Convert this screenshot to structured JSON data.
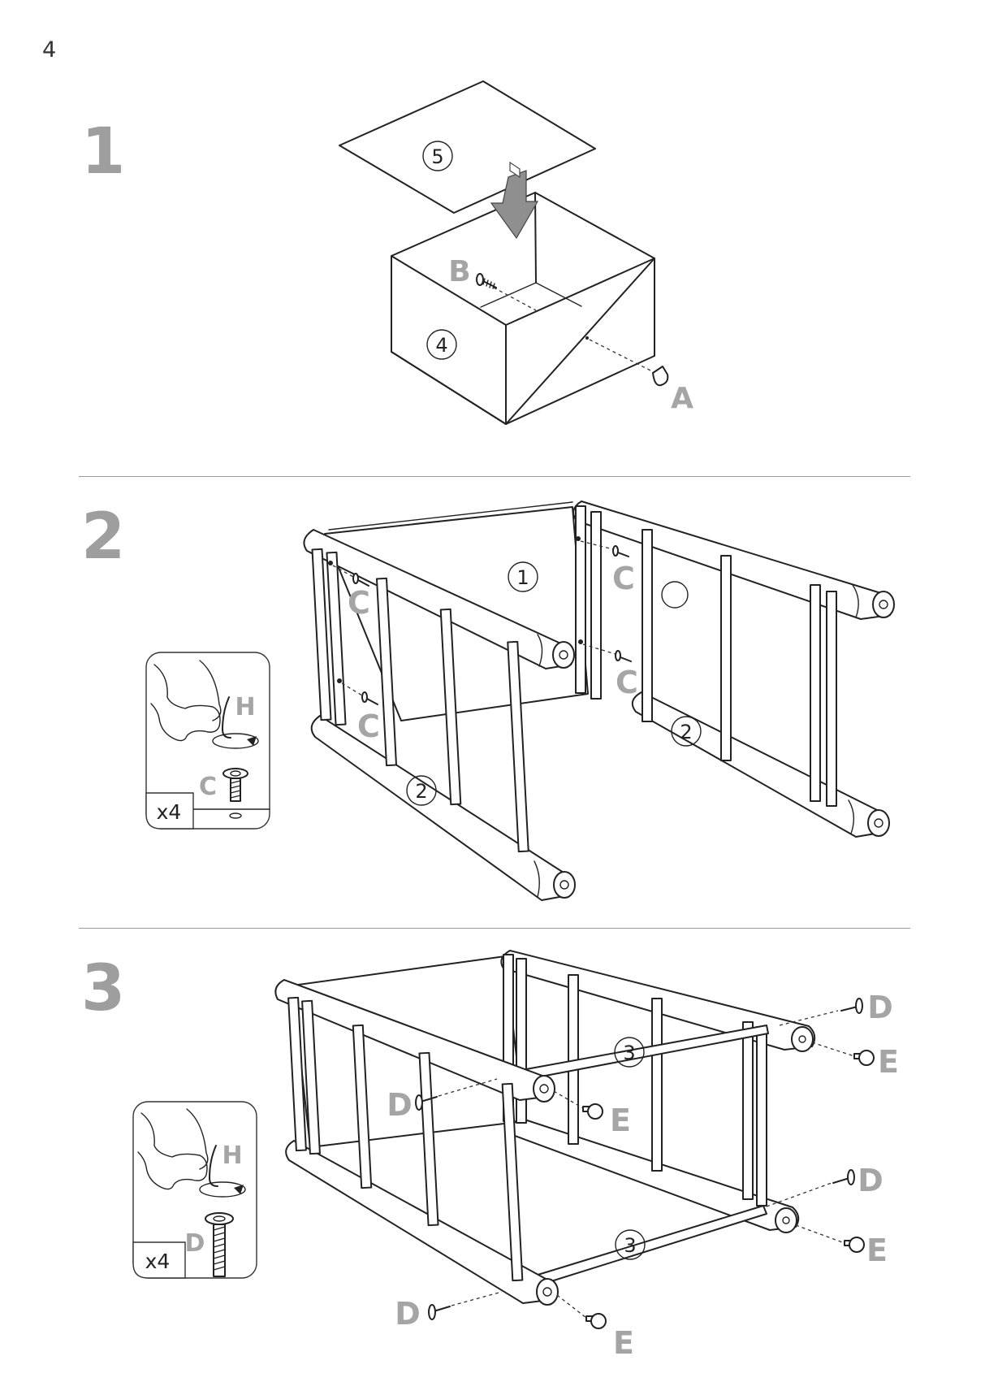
{
  "page": {
    "number": "4"
  },
  "steps": [
    {
      "number": "1",
      "panels": [
        "5",
        "4"
      ],
      "hardware": [
        "B",
        "A"
      ]
    },
    {
      "number": "2",
      "panels": [
        "1",
        "2",
        "2"
      ],
      "hardware": [
        "C",
        "C",
        "C",
        "C"
      ],
      "detail": {
        "tool": "H",
        "fastener": "C",
        "count": "x4"
      }
    },
    {
      "number": "3",
      "panels": [
        "3",
        "3"
      ],
      "hardware": [
        "D",
        "E",
        "D",
        "E",
        "D",
        "E",
        "D",
        "E"
      ],
      "detail": {
        "tool": "H",
        "fastener": "D",
        "count": "x4"
      }
    }
  ],
  "colors": {
    "label_gray": "#a5a5a5",
    "step_gray": "#9e9e9e",
    "arrow_gray": "#8f8f8f",
    "line": "#222222"
  }
}
